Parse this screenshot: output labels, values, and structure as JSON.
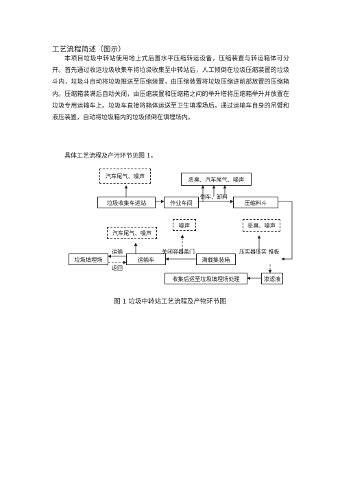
{
  "heading": "工艺流程简述（图示）",
  "paragraph1": "本项目垃圾中转站使用地上式后置水平压缩转运设备，压缩装置与转运箱体可分开。首先通过收运垃圾收集车将垃圾收集至中转站后，人工倾倒在垃圾压缩装置的垃圾斗内，垃圾斗自动将垃圾推送至压缩装置，由压缩装置将垃圾压缩进前部放置的压缩箱内。压缩箱装满后自动关闭，由压缩装置和压缩箱之间的举升塔将压缩箱举升并放置在垃圾专用运输车上。垃圾车直接将箱体运送至卫生填埋场后，通过运输车自身的吊臂和液压装置，自动将垃圾箱内的垃圾倾倒在填埋场内。",
  "paragraph2": "具体工艺流程及产污环节见图 1。",
  "diagram": {
    "pollution_vehicle_top": "汽车尾气、噪声",
    "pollution_odor_top": "恶臭、汽车尾气、噪声",
    "collection_truck": "垃圾收集车进站",
    "workshop": "作业车间",
    "compress_hopper": "压缩料斗",
    "label_dump": "倒车、卸料",
    "noise_box": "噪声",
    "pollution_odor_right": "恶臭、噪声",
    "pollution_vehicle_mid": "汽车尾气、噪声",
    "landfill": "垃圾填埋场",
    "transport_truck": "运输车",
    "full_container": "满载集装箱",
    "label_transport": "运输",
    "label_return": "返回",
    "label_close_door": "关闭容器盖门",
    "label_press": "压实器压实  推板",
    "leachate_process": "收集后运至垃圾填埋场处理",
    "leachate": "渗滤液"
  },
  "caption": "图 1  垃圾中转站工艺流程及产物环节图"
}
